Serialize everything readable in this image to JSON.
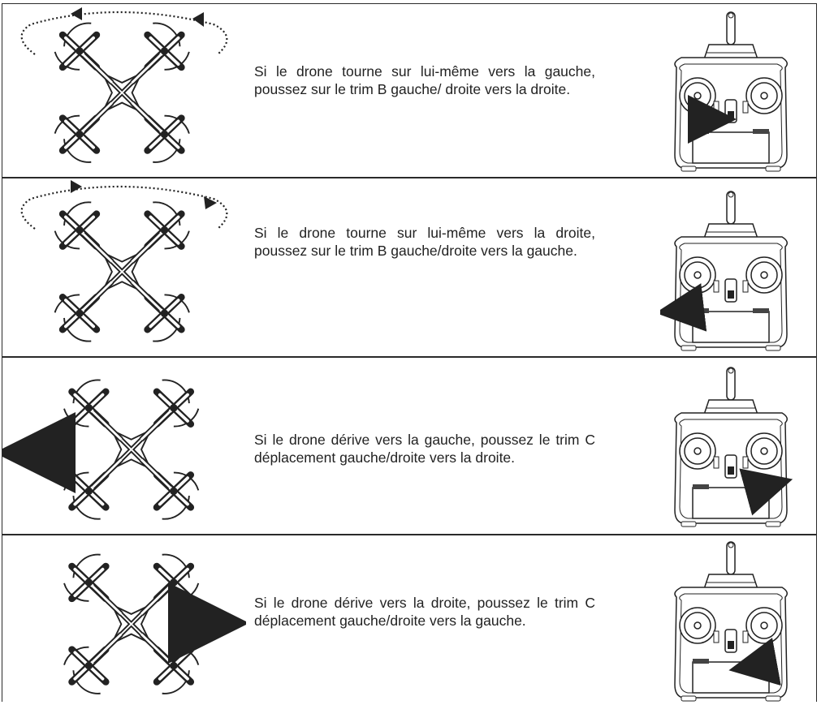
{
  "rows": [
    {
      "text": "Si le drone tourne sur lui-même vers la gauche, poussez sur le trim B gauche/ droite vers la droite.",
      "drone_motion": "rotate-left-icon",
      "remote_arrow": "arrow-right-at-trim-b"
    },
    {
      "text": "Si le drone tourne sur lui-même vers la droite, poussez sur le trim B gauche/droite vers la gauche.",
      "drone_motion": "rotate-right-icon",
      "remote_arrow": "arrow-left-at-trim-b"
    },
    {
      "text": "Si le drone dérive vers la gauche, poussez le trim C déplacement gauche/droite vers la droite.",
      "drone_motion": "drift-left-arrow-icon",
      "remote_arrow": "arrow-right-at-trim-c"
    },
    {
      "text": "Si le drone dérive vers la droite, poussez le trim C déplacement gauche/droite vers la gauche.",
      "drone_motion": "drift-right-arrow-icon",
      "remote_arrow": "arrow-left-at-trim-c"
    }
  ],
  "colors": {
    "line": "#2a2a2a",
    "ink": "#222222"
  }
}
